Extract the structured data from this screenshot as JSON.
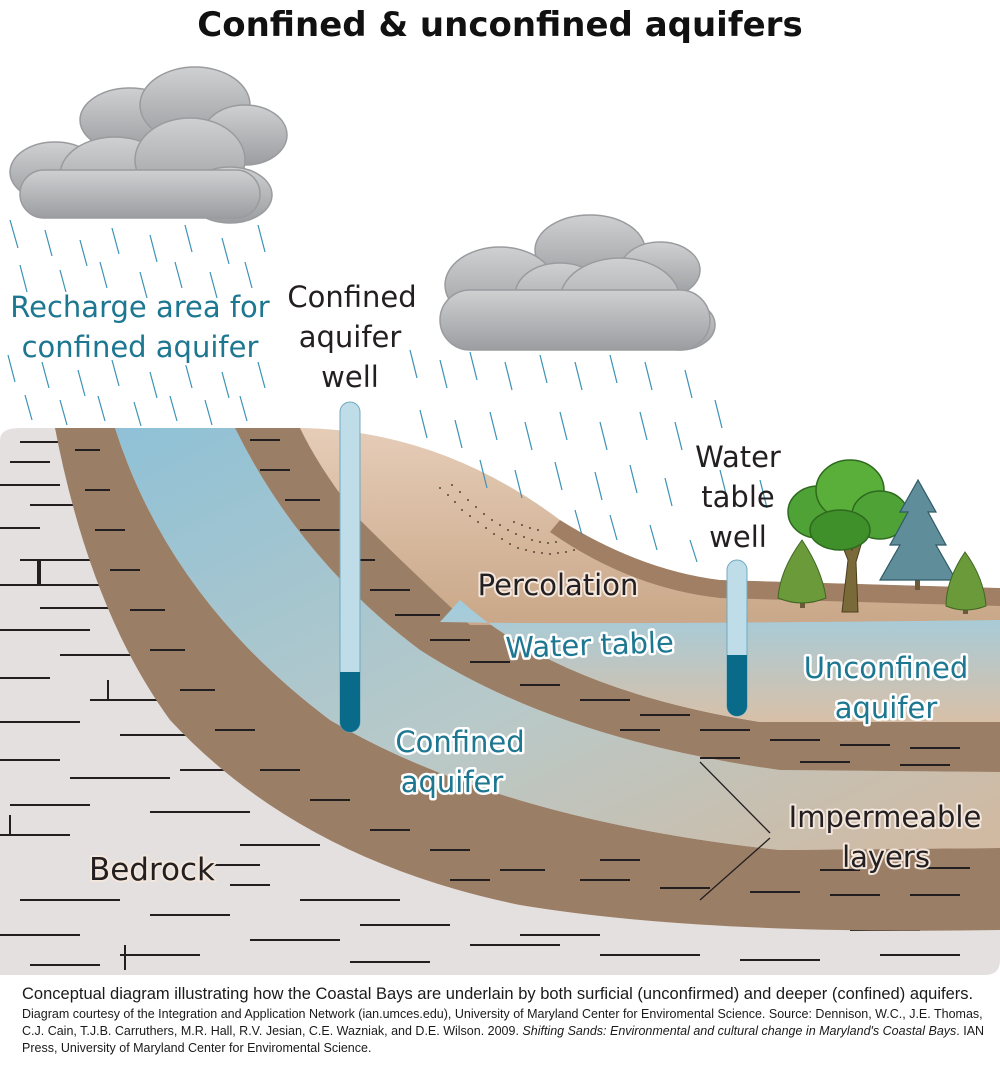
{
  "title": "Confined & unconfined aquifers",
  "labels": {
    "recharge_line1": "Recharge area for",
    "recharge_line2": "confined aquifer",
    "confined_well_line1": "Confined",
    "confined_well_line2": "aquifer",
    "confined_well_line3": "well",
    "water_table_well_line1": "Water",
    "water_table_well_line2": "table",
    "water_table_well_line3": "well",
    "percolation": "Percolation",
    "water_table": "Water table",
    "unconfined_line1": "Unconfined",
    "unconfined_line2": "aquifer",
    "confined_aquifer_line1": "Confined",
    "confined_aquifer_line2": "aquifer",
    "impermeable_line1": "Impermeable",
    "impermeable_line2": "layers",
    "bedrock": "Bedrock"
  },
  "caption": {
    "main": "Conceptual diagram illustrating how the Coastal Bays are underlain by both surficial (unconfirmed) and deeper (confined) aquifers.",
    "credit_part1": "Diagram courtesy of the Integration and Application Network (ian.umces.edu), University of Maryland Center for Enviromental Science. Source: Dennison, W.C., J.E. Thomas, C.J. Cain, T.J.B. Carruthers,  M.R. Hall, R.V. Jesian, C.E. Wazniak, and D.E. Wilson. 2009. ",
    "credit_italic": "Shifting Sands: Environmental and cultural change in Maryland's Coastal Bays",
    "credit_part2": ". IAN Press, University of Maryland Center for Enviromental Science."
  },
  "colors": {
    "bedrock": "#e4e0df",
    "impermeable": "#9b7e66",
    "confined_aquifer": "#8fc1d4",
    "soil": "#d6b79b",
    "water_table_blue": "#a8cfdc",
    "well_water": "#0a6a8a",
    "rain": "#3c93b5",
    "cloud": "#b9babc",
    "label_blue": "#1d7791"
  }
}
